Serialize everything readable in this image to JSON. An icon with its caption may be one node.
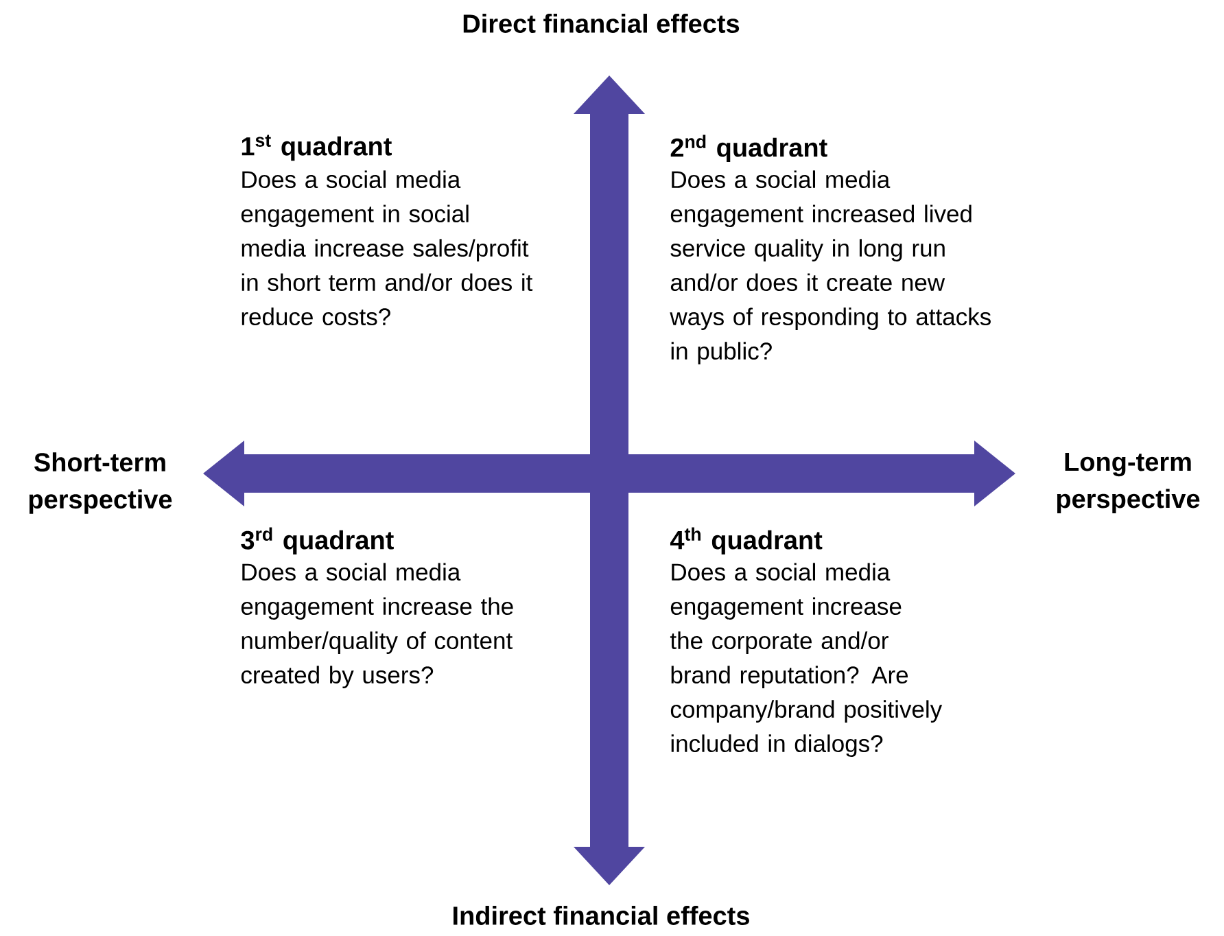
{
  "diagram": {
    "labels": [
      "Direct financial effects",
      "1$^{st}$ quadrant",
      "Does a social media engagement in social media increase sales/profit in short term and/or does it reduce costs?",
      "2$^{nd}$ quadrant",
      "Does a social media engagement increased lived service quality in long run and/or does it create new ways of responding to attacks in public?",
      "Short-term perspective",
      "Long-term perspective",
      "3$^{rd}$ quadrant",
      "Does a social media engagement increase the number/quality of content created by users?",
      "4$^{th}$ quadrant",
      "Does a social media engagement increase the corporate and/or brand reputation? Are company/brand positively included in dialogs?",
      "Indirect financial effects"
    ]
  }
}
